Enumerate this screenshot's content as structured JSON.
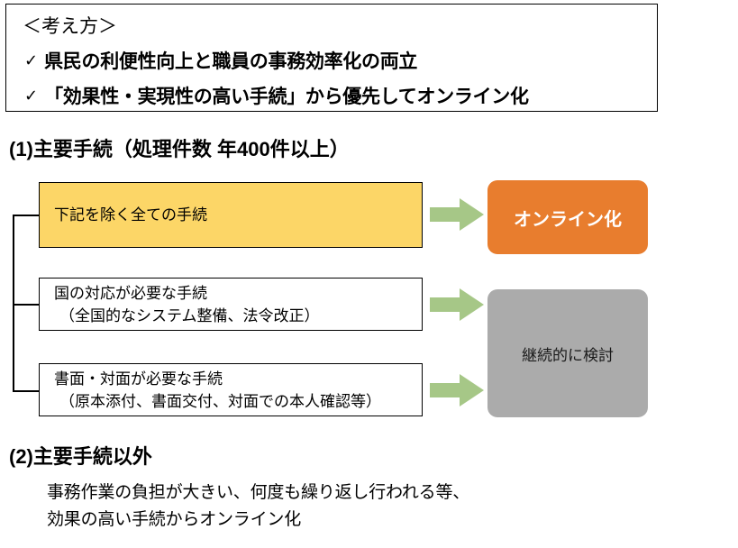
{
  "concept": {
    "title": "＜考え方＞",
    "check_icon": "✓",
    "bullets": [
      "県民の利便性向上と職員の事務効率化の両立",
      "「効果性・実現性の高い手続」から優先してオンライン化"
    ]
  },
  "section1": {
    "heading": "(1)主要手続（処理件数 年400件以上）",
    "procedures": [
      {
        "line1": "下記を除く全ての手続",
        "line2": ""
      },
      {
        "line1": "国の対応が必要な手続",
        "line2": "（全国的なシステム整備、法令改正）"
      },
      {
        "line1": "書面・対面が必要な手続",
        "line2": "（原本添付、書面交付、対面での本人確認等）"
      }
    ],
    "results": {
      "online": "オンライン化",
      "continue": "継続的に検討"
    }
  },
  "section2": {
    "heading": "(2)主要手続以外",
    "body_line1": "事務作業の負担が大きい、何度も繰り返し行われる等、",
    "body_line2": "効果の高い手続からオンライン化"
  },
  "colors": {
    "yellow_box": "#FCD667",
    "orange_box": "#E87D2E",
    "gray_box": "#ABABAB",
    "green_arrow": "#A6C787",
    "border": "#000000",
    "text": "#000000",
    "online_text": "#FFFFFF"
  }
}
